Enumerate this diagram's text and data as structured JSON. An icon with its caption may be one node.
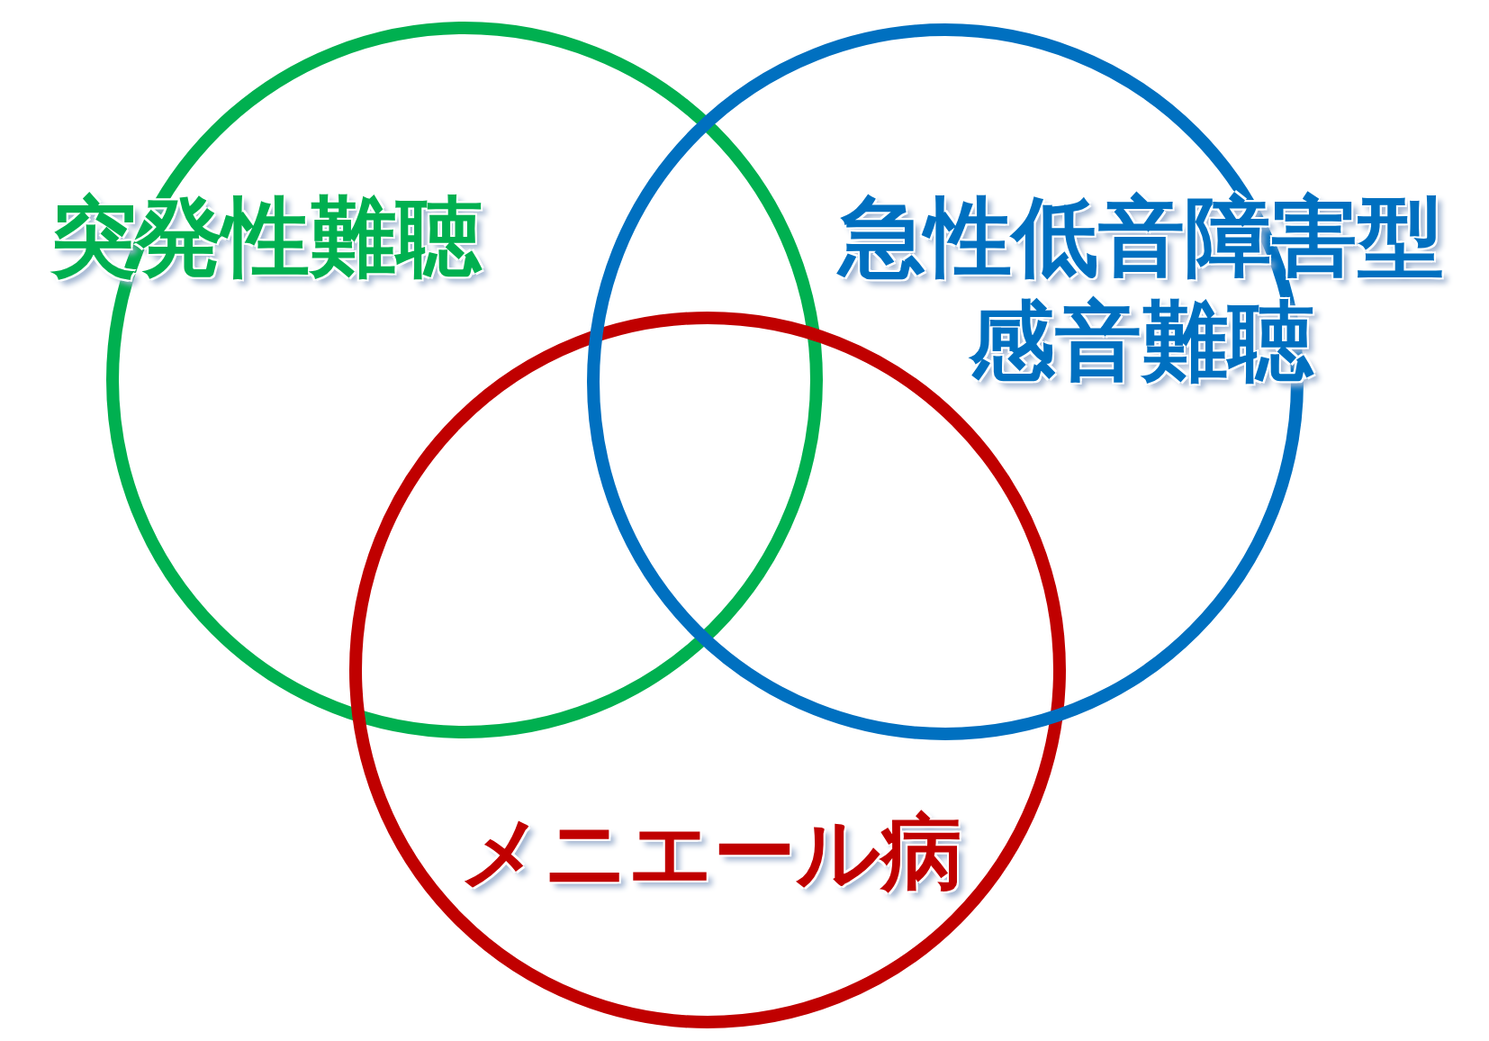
{
  "diagram": {
    "nodes": [
      {
        "text": [
          "突発性難聴"
        ]
      },
      {
        "text": [
          "急性低音障害型感音難聴"
        ]
      },
      {
        "text": [
          "メニエール病"
        ]
      }
    ]
  }
}
